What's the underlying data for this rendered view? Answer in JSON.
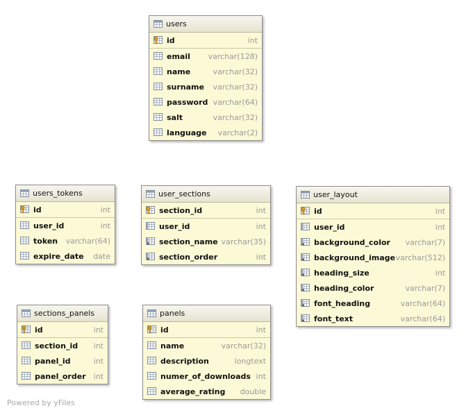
{
  "tables": [
    {
      "name": "users",
      "columns": [
        {
          "name": "id",
          "type": "int",
          "key": "pk"
        },
        {
          "name": "email",
          "type": "varchar(128)",
          "key": "none"
        },
        {
          "name": "name",
          "type": "varchar(32)",
          "key": "none"
        },
        {
          "name": "surname",
          "type": "varchar(32)",
          "key": "none"
        },
        {
          "name": "password",
          "type": "varchar(64)",
          "key": "none"
        },
        {
          "name": "salt",
          "type": "varchar(32)",
          "key": "none"
        },
        {
          "name": "language",
          "type": "varchar(2)",
          "key": "none"
        }
      ]
    },
    {
      "name": "users_tokens",
      "columns": [
        {
          "name": "id",
          "type": "int",
          "key": "pk"
        },
        {
          "name": "user_id",
          "type": "int",
          "key": "none"
        },
        {
          "name": "token",
          "type": "varchar(64)",
          "key": "none"
        },
        {
          "name": "expire_date",
          "type": "date",
          "key": "none"
        }
      ]
    },
    {
      "name": "user_sections",
      "columns": [
        {
          "name": "section_id",
          "type": "int",
          "key": "pk"
        },
        {
          "name": "user_id",
          "type": "int",
          "key": "fk"
        },
        {
          "name": "section_name",
          "type": "varchar(35)",
          "key": "index"
        },
        {
          "name": "section_order",
          "type": "int",
          "key": "index"
        }
      ]
    },
    {
      "name": "user_layout",
      "columns": [
        {
          "name": "id",
          "type": "int",
          "key": "pk"
        },
        {
          "name": "user_id",
          "type": "int",
          "key": "fk"
        },
        {
          "name": "background_color",
          "type": "varchar(7)",
          "key": "index"
        },
        {
          "name": "background_image",
          "type": "varchar(512)",
          "key": "index"
        },
        {
          "name": "heading_size",
          "type": "int",
          "key": "index"
        },
        {
          "name": "heading_color",
          "type": "varchar(7)",
          "key": "index"
        },
        {
          "name": "font_heading",
          "type": "varchar(64)",
          "key": "index"
        },
        {
          "name": "font_text",
          "type": "varchar(64)",
          "key": "index"
        }
      ]
    },
    {
      "name": "sections_panels",
      "columns": [
        {
          "name": "id",
          "type": "int",
          "key": "pk"
        },
        {
          "name": "section_id",
          "type": "int",
          "key": "none"
        },
        {
          "name": "panel_id",
          "type": "int",
          "key": "none"
        },
        {
          "name": "panel_order",
          "type": "int",
          "key": "none"
        }
      ]
    },
    {
      "name": "panels",
      "columns": [
        {
          "name": "id",
          "type": "int",
          "key": "pk"
        },
        {
          "name": "name",
          "type": "varchar(32)",
          "key": "none"
        },
        {
          "name": "description",
          "type": "longtext",
          "key": "none"
        },
        {
          "name": "numer_of_downloads",
          "type": "int",
          "key": "none"
        },
        {
          "name": "average_rating",
          "type": "double",
          "key": "none"
        }
      ]
    }
  ],
  "watermark": "Powered by yFiles",
  "colors": {
    "table_fill": "#fbf9d6",
    "table_border": "#8b8b8b",
    "type_text": "#9a9a9a",
    "key_icon": "#d9a227"
  }
}
